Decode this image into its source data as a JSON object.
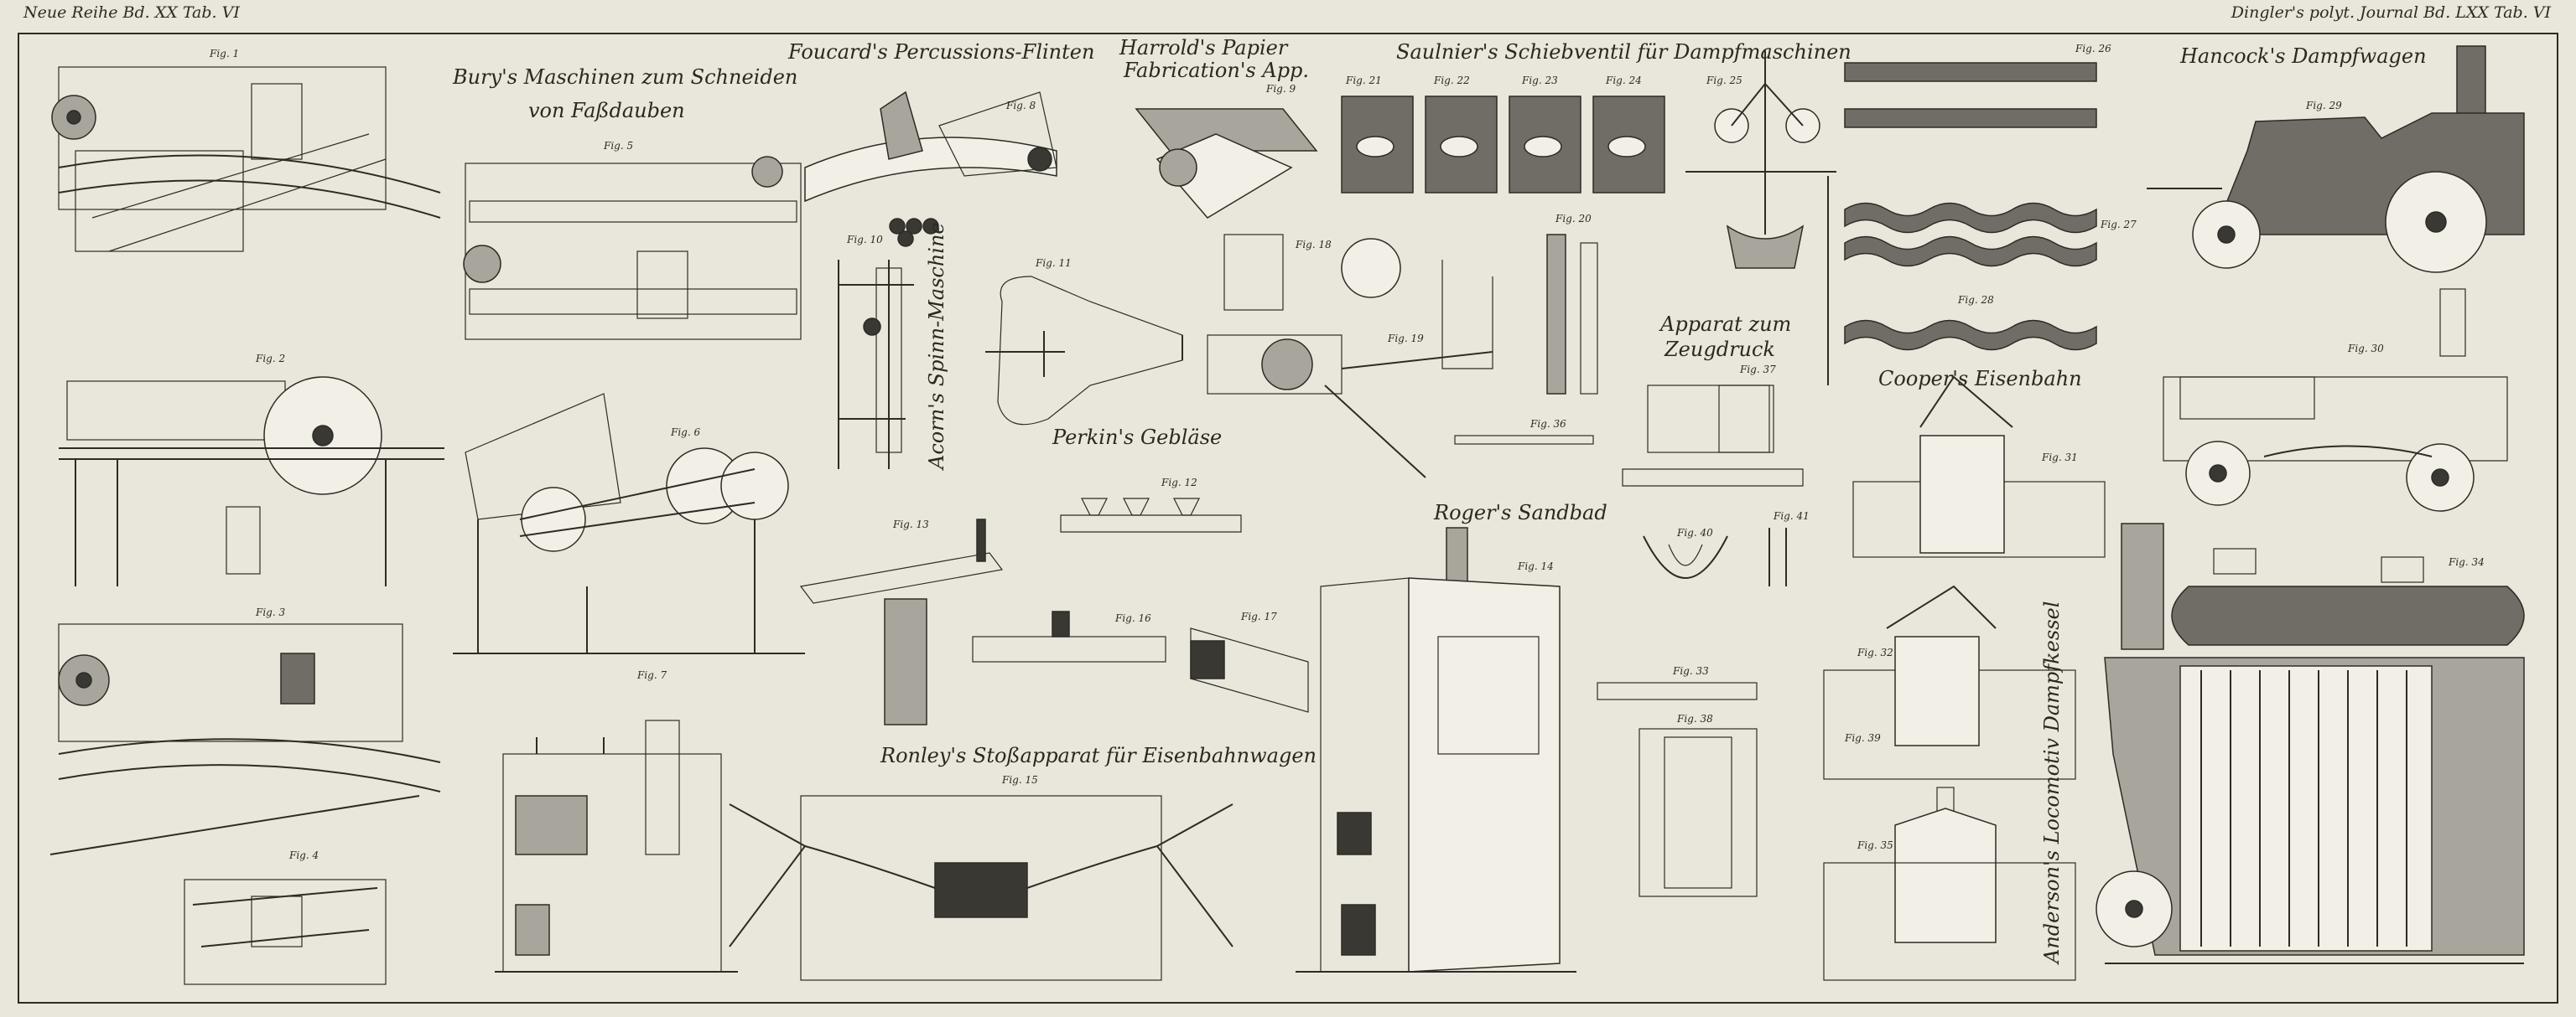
{
  "header": {
    "left": "Neue Reihe Bd. XX Tab. VI",
    "right": "Dingler's polyt. Journal Bd. LXX Tab. VI"
  },
  "titles": {
    "bury": [
      "Bury's Maschinen zum Schneiden",
      "von Faßdauben"
    ],
    "foucard": "Foucard's Percussions-Flinten",
    "harrold": [
      "Harrold's Papier",
      "Fabrication's App."
    ],
    "saulnier": "Saulnier's Schiebventil für Dampfmaschinen",
    "hancock": "Hancock's Dampfwagen",
    "apparatus": [
      "Apparat zum",
      "Zeugdruck"
    ],
    "coopers": "Cooper's Eisenbahn",
    "perkins": "Perkin's Gebläse",
    "acorn": "Acorn's Spinn-Maschine",
    "rogers": "Roger's Sandbad",
    "ronley": "Ronley's Stoßapparat für Eisenbahnwagen",
    "anderson": "Anderson's Locomotiv Dampfkessel"
  },
  "figs": {
    "f1": "Fig. 1",
    "f2": "Fig. 2",
    "f3": "Fig. 3",
    "f4": "Fig. 4",
    "f5": "Fig. 5",
    "f6": "Fig. 6",
    "f7": "Fig. 7",
    "f8": "Fig. 8",
    "f9": "Fig. 9",
    "f10": "Fig. 10",
    "f11": "Fig. 11",
    "f12": "Fig. 12",
    "f13": "Fig. 13",
    "f14": "Fig. 14",
    "f15": "Fig. 15",
    "f16": "Fig. 16",
    "f17": "Fig. 17",
    "f18": "Fig. 18",
    "f19": "Fig. 19",
    "f20": "Fig. 20",
    "f21": "Fig. 21",
    "f22": "Fig. 22",
    "f23": "Fig. 23",
    "f24": "Fig. 24",
    "f25": "Fig. 25",
    "f26": "Fig. 26",
    "f27": "Fig. 27",
    "f28": "Fig. 28",
    "f29": "Fig. 29",
    "f30": "Fig. 30",
    "f31": "Fig. 31",
    "f32": "Fig. 32",
    "f33": "Fig. 33",
    "f34": "Fig. 34",
    "f35": "Fig. 35",
    "f36": "Fig. 36",
    "f37": "Fig. 37",
    "f38": "Fig. 38",
    "f39": "Fig. 39",
    "f40": "Fig. 40",
    "f41": "Fig. 41"
  },
  "colors": {
    "paper": "#e9e7db",
    "ink": "#2d2b25",
    "shade": "#6f6d65"
  }
}
